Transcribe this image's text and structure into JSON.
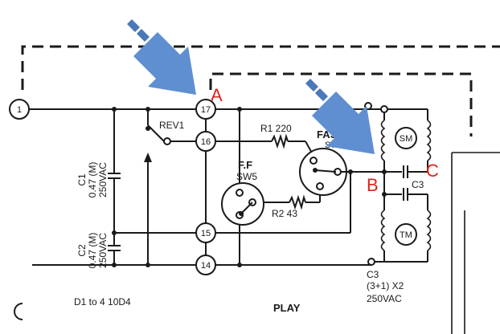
{
  "terminals": {
    "t1": "1",
    "t17": "17",
    "t16": "16",
    "t15": "15",
    "t14": "14"
  },
  "labels": {
    "rev1": "REV1",
    "r1": "R1 220",
    "r2": "R2 43",
    "fas_a": "FAS",
    "fas_b": "SW6",
    "ff_a": "F.F",
    "ff_b": "SW5",
    "sm": "SM",
    "tm": "TM",
    "c3_small": "C3",
    "c3_a": "C3",
    "c3_b": "(3+1) X2",
    "c3_c": "250VAC",
    "c1_a": "C1",
    "c1_b": "0.47 (M)",
    "c1_c": "250VAC",
    "c2_a": "C2",
    "c2_b": "0.47 (M)",
    "c2_c": "250VAC",
    "d1": "D1 to 4   10D4",
    "play": "PLAY"
  },
  "markers": {
    "a": "A",
    "b": "B",
    "c": "C"
  },
  "colors": {
    "marker": "#e0231c",
    "arrow": "#5f8fd0",
    "ink": "#1a1a1a"
  }
}
